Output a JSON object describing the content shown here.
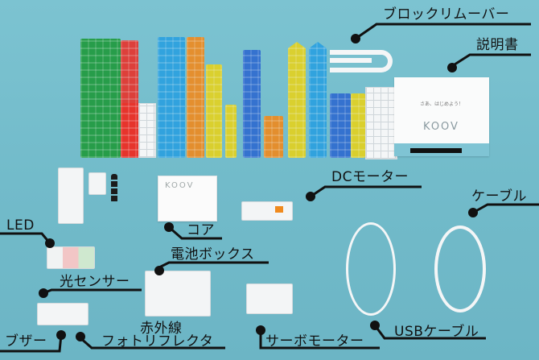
{
  "image": {
    "description": "Product photo of KOOV robotics kit contents on a light-blue background with Japanese callout labels",
    "background_color": "#74bccb"
  },
  "labels": {
    "block_remover": "ブロックリムーバー",
    "manual": "説明書",
    "dc_motor": "DCモーター",
    "cable": "ケーブル",
    "core": "コア",
    "led": "LED",
    "battery_box": "電池ボックス",
    "light_sensor": "光センサー",
    "ir_photoreflector_line1": "赤外線",
    "ir_photoreflector_line2": "フォトリフレクタ",
    "buzzer": "ブザー",
    "servo_motor": "サーボモーター",
    "usb_cable": "USBケーブル"
  },
  "product_marks": {
    "manual_logo": "KOOV",
    "manual_tagline": "さあ、はじめよう！",
    "core_logo": "KOOV"
  },
  "block_colors": {
    "green": "#1f9a3c",
    "red": "#e8332b",
    "light_blue": "#2aa0e0",
    "orange": "#f08a1e",
    "yellow": "#e5d21e",
    "blue": "#2e6ad0",
    "white": "#f4f6f7"
  }
}
